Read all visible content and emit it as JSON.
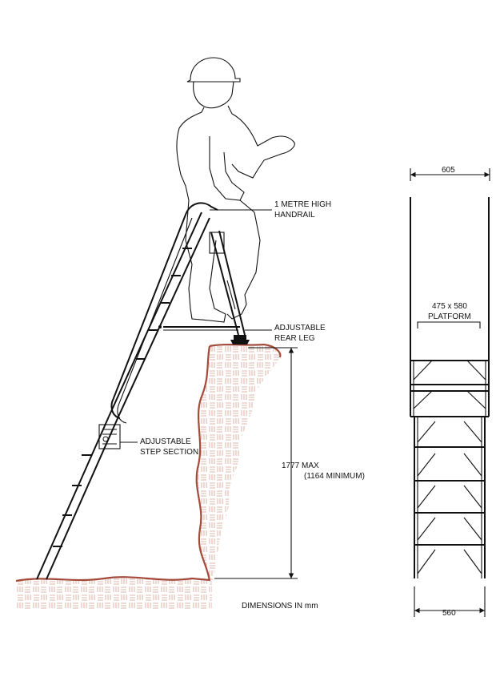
{
  "labels": {
    "handrail_line1": "1 METRE HIGH",
    "handrail_line2": "HANDRAIL",
    "rear_leg_line1": "ADJUSTABLE",
    "rear_leg_line2": "REAR LEG",
    "step_section_line1": "ADJUSTABLE",
    "step_section_line2": "STEP SECTION",
    "height_max": "1777  MAX",
    "height_min": "(1164 MINIMUM)",
    "platform_size": "475 x 580",
    "platform_label": "PLATFORM",
    "width_top": "605",
    "width_bottom": "560",
    "units_note": "DIMENSIONS IN mm"
  },
  "colors": {
    "line": "#111111",
    "wall_outline": "#a34a3a",
    "wall_hatch": "#d4a090"
  }
}
